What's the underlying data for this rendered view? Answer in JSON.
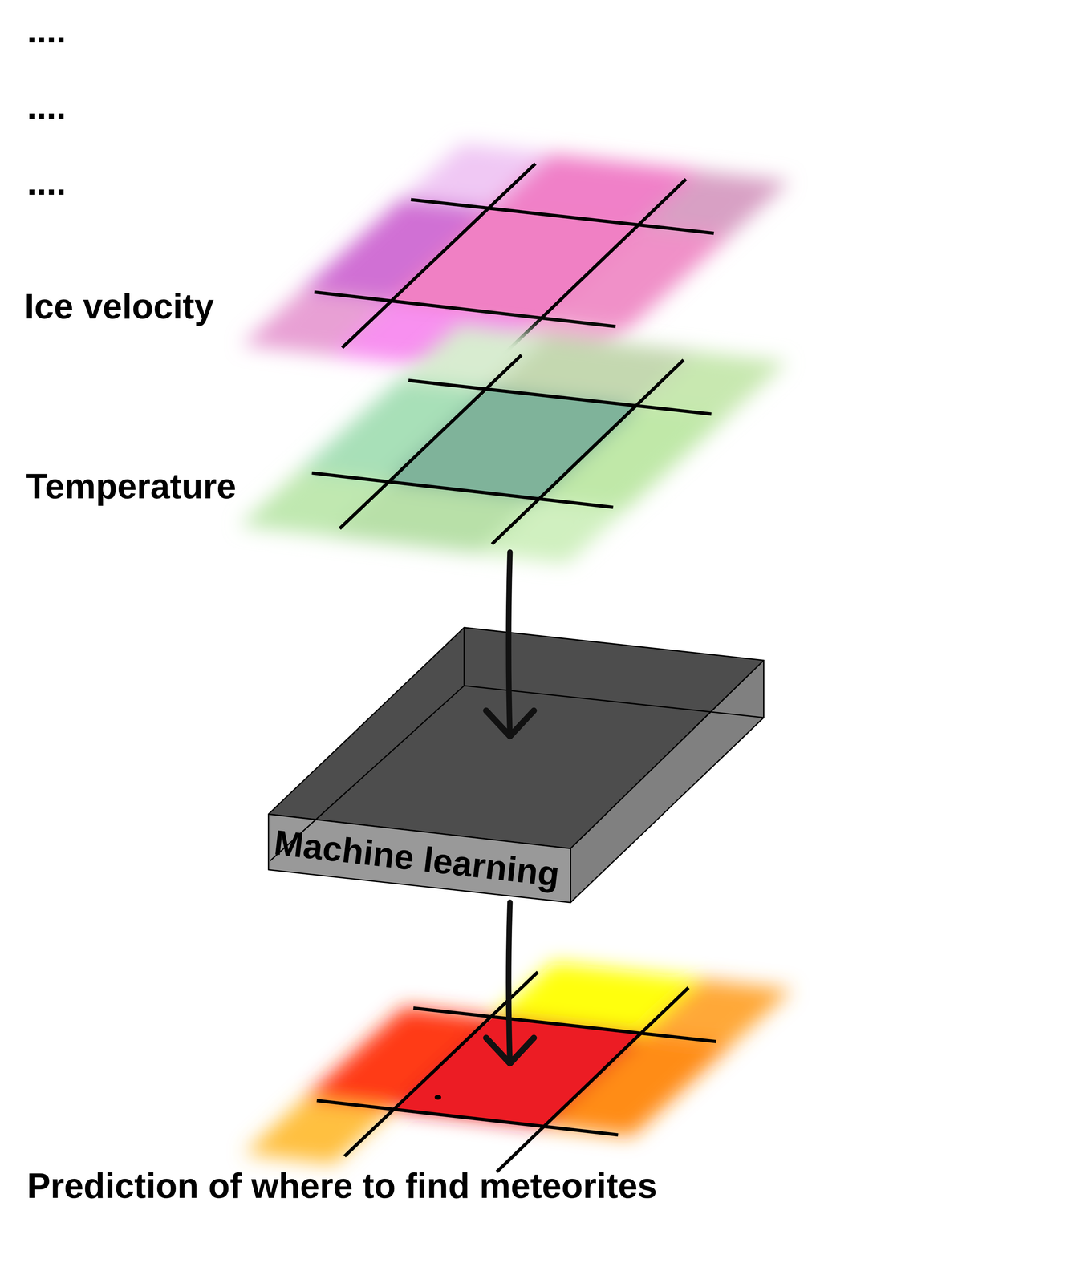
{
  "diagram": {
    "nodes": [
      {
        "text": [
          "Ice velocity"
        ]
      },
      {
        "text": [
          "Temperature"
        ]
      },
      {
        "text": [
          "Machine learning"
        ]
      },
      {
        "text": [
          "Prediction of where to find meteorites"
        ]
      }
    ],
    "edges": [
      {
        "from": 1,
        "to": 2,
        "arrow": "to"
      },
      {
        "from": 2,
        "to": 3,
        "arrow": "to"
      }
    ],
    "labels": [
      "....",
      "....",
      "...."
    ]
  }
}
